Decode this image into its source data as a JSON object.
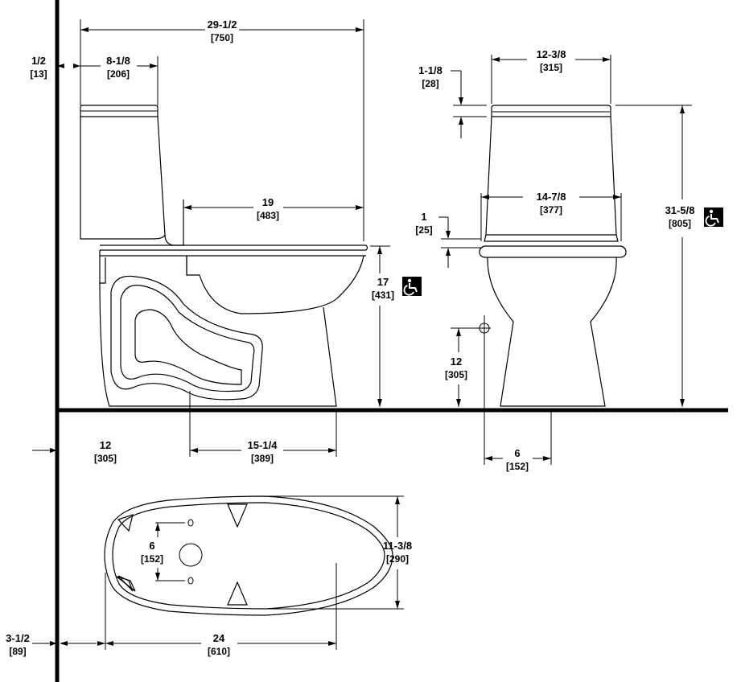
{
  "side_view": {
    "overall_length": {
      "inch": "29-1/2",
      "mm": "[750]"
    },
    "wall_gap": {
      "inch": "1/2",
      "mm": "[13]"
    },
    "tank_depth": {
      "inch": "8-1/8",
      "mm": "[206]"
    },
    "bowl_length": {
      "inch": "19",
      "mm": "[483]"
    },
    "seat_height": {
      "inch": "17",
      "mm": "[431]"
    },
    "rough_in": {
      "inch": "12",
      "mm": "[305]"
    },
    "base_length": {
      "inch": "15-1/4",
      "mm": "[389]"
    }
  },
  "front_view": {
    "tank_width": {
      "inch": "12-3/8",
      "mm": "[315]"
    },
    "lid_thickness": {
      "inch": "1-1/8",
      "mm": "[28]"
    },
    "bowl_width": {
      "inch": "14-7/8",
      "mm": "[377]"
    },
    "seat_thickness": {
      "inch": "1",
      "mm": "[25]"
    },
    "overall_height": {
      "inch": "31-5/8",
      "mm": "[805]"
    },
    "supply_height": {
      "inch": "12",
      "mm": "[305]"
    },
    "supply_offset": {
      "inch": "6",
      "mm": "[152]"
    }
  },
  "plan_view": {
    "bolt_spacing": {
      "inch": "6",
      "mm": "[152]"
    },
    "base_width": {
      "inch": "11-3/8",
      "mm": "[290]"
    },
    "wall_to_base": {
      "inch": "3-1/2",
      "mm": "[89]"
    },
    "base_length": {
      "inch": "24",
      "mm": "[610]"
    }
  },
  "ada_symbols": [
    "ada-accessible-icon",
    "ada-accessible-icon"
  ]
}
